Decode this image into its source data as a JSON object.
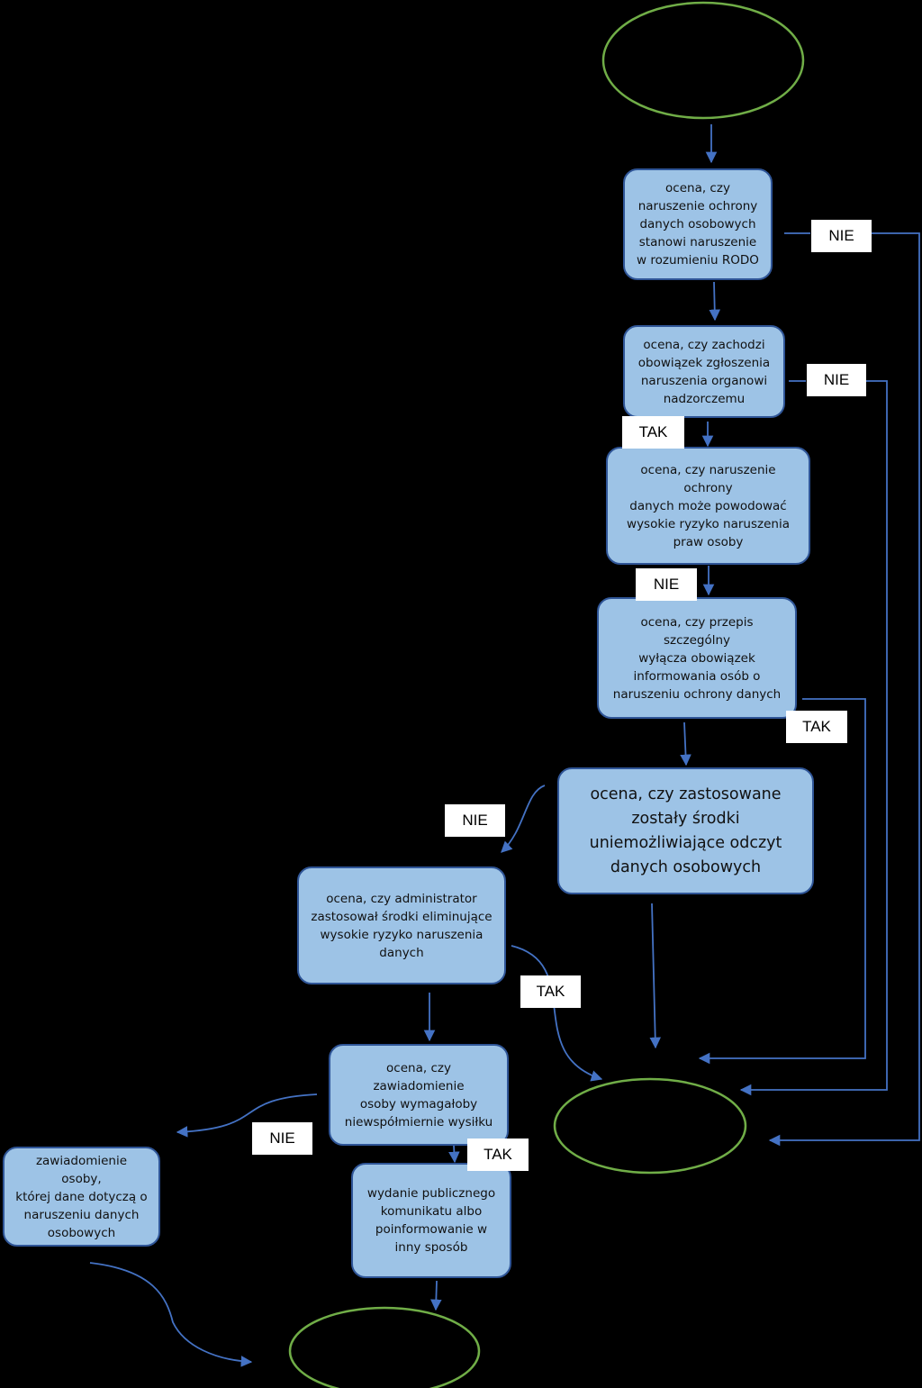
{
  "diagram": {
    "nodes": {
      "breach_rodo": "ocena, czy\nnaruszenie ochrony\ndanych osobowych\nstanowi naruszenie\nw rozumieniu RODO",
      "notify_authority": "ocena, czy zachodzi\nobowiązek zgłoszenia\nnaruszenia organowi\nnadzorczemu",
      "high_risk": "ocena, czy naruszenie ochrony\ndanych może powodować\nwysokie ryzyko naruszenia\npraw osoby",
      "special_provision": "ocena, czy przepis szczególny\nwyłącza obowiązek\ninformowania osób o\nnaruszeniu ochrony danych",
      "encryption": "ocena, czy zastosowane\nzostały środki\nuniemożliwiające odczyt\ndanych osobowych",
      "admin_measures": "ocena, czy administrator\nzastosował środki eliminujące\nwysokie ryzyko naruszenia\ndanych",
      "disproportionate": "ocena, czy zawiadomienie\nosoby wymagałoby\nniewspółmiernie wysiłku",
      "notify_person": "zawiadomienie osoby,\nktórej dane dotyczą o\nnaruszeniu danych\nosobowych",
      "public_notice": "wydanie publicznego\nkomunikatu albo\npoinformowanie w\ninny sposób"
    },
    "labels": {
      "nie_1": "NIE",
      "nie_2": "NIE",
      "tak_1": "TAK",
      "nie_3": "NIE",
      "tak_2": "TAK",
      "nie_4": "NIE",
      "tak_3": "TAK",
      "nie_5": "NIE",
      "tak_4": "TAK"
    },
    "colors": {
      "background": "#000000",
      "box_fill": "#9dc3e6",
      "box_border": "#2f5597",
      "arrow": "#4472c4",
      "terminal_outline": "#70ad47",
      "label_fill": "#ffffff"
    }
  }
}
